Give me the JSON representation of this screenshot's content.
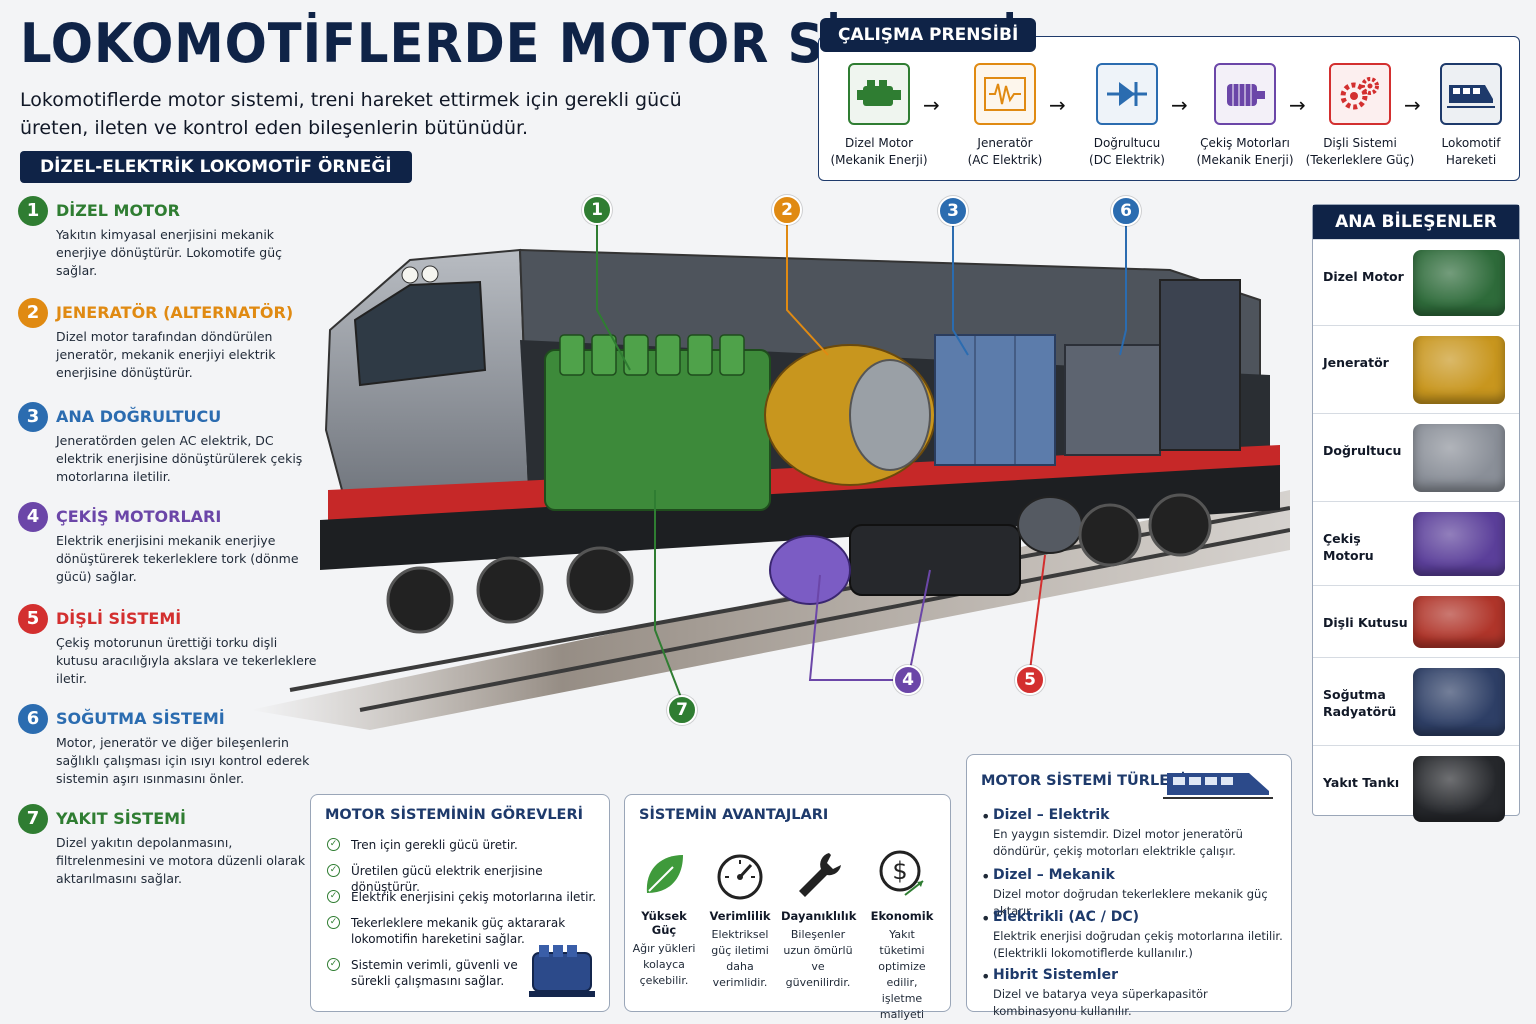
{
  "header": {
    "title": "LOKOMOTİFLERDE MOTOR SİSTEMİ",
    "subtitle": "Lokomotiflerde motor sistemi, treni hareket ettirmek için gerekli gücü üreten, ileten ve kontrol eden bileşenlerin bütünüdür.",
    "example_badge": "DİZEL-ELEKTRİK LOKOMOTİF ÖRNEĞİ"
  },
  "components": [
    {
      "num": "1",
      "title": "DİZEL MOTOR",
      "color": "#2f7d32",
      "desc": "Yakıtın kimyasal enerjisini mekanik enerjiye dönüştürür. Lokomotife güç sağlar."
    },
    {
      "num": "2",
      "title": "JENERATÖR (ALTERNATÖR)",
      "color": "#e08a12",
      "desc": "Dizel motor tarafından döndürülen jeneratör, mekanik enerjiyi elektrik enerjisine dönüştürür."
    },
    {
      "num": "3",
      "title": "ANA DOĞRULTUCU",
      "color": "#2b6cb0",
      "desc": "Jeneratörden gelen AC elektrik, DC elektrik enerjisine dönüştürülerek çekiş motorlarına iletilir."
    },
    {
      "num": "4",
      "title": "ÇEKİŞ MOTORLARI",
      "color": "#6b46a8",
      "desc": "Elektrik enerjisini mekanik enerjiye dönüştürerek tekerleklere tork (dönme gücü) sağlar."
    },
    {
      "num": "5",
      "title": "DİŞLİ SİSTEMİ",
      "color": "#d32f2f",
      "desc": "Çekiş motorunun ürettiği torku dişli kutusu aracılığıyla akslara ve tekerleklere iletir."
    },
    {
      "num": "6",
      "title": "SOĞUTMA SİSTEMİ",
      "color": "#2b6cb0",
      "desc": "Motor, jeneratör ve diğer bileşenlerin sağlıklı çalışması için ısıyı kontrol ederek sistemin aşırı ısınmasını önler."
    },
    {
      "num": "7",
      "title": "YAKIT SİSTEMİ",
      "color": "#2f7d32",
      "desc": "Dizel yakıtın depolanmasını, filtrelenmesini ve motora düzenli olarak aktarılmasını sağlar."
    }
  ],
  "flow": {
    "badge": "ÇALIŞMA PRENSİBİ",
    "steps": [
      {
        "label": "Dizel Motor\n(Mekanik Enerji)",
        "icon": "engine-icon",
        "color": "#2f7d32"
      },
      {
        "label": "Jeneratör\n(AC Elektrik)",
        "icon": "ac-wave-icon",
        "color": "#e08a12"
      },
      {
        "label": "Doğrultucu\n(DC Elektrik)",
        "icon": "diode-icon",
        "color": "#2b6cb0"
      },
      {
        "label": "Çekiş Motorları\n(Mekanik Enerji)",
        "icon": "motor-icon",
        "color": "#6b46a8"
      },
      {
        "label": "Dişli Sistemi\n(Tekerleklere Güç)",
        "icon": "gears-icon",
        "color": "#d32f2f"
      },
      {
        "label": "Lokomotif\nHareketi",
        "icon": "train-icon",
        "color": "#1e3a6b"
      }
    ]
  },
  "main_components": {
    "title": "ANA BİLEŞENLER",
    "items": [
      {
        "label": "Dizel Motor",
        "color": "#2e6b3a"
      },
      {
        "label": "Jeneratör",
        "color": "#c8961e"
      },
      {
        "label": "Doğrultucu",
        "color": "#8a8f98"
      },
      {
        "label": "Çekiş Motoru",
        "color": "#5b3f9a"
      },
      {
        "label": "Dişli Kutusu",
        "color": "#b0352a"
      },
      {
        "label": "Soğutma Radyatörü",
        "color": "#2e3f66"
      },
      {
        "label": "Yakıt Tankı",
        "color": "#26282c"
      }
    ]
  },
  "callouts": [
    "1",
    "2",
    "3",
    "6",
    "4",
    "5",
    "7"
  ],
  "tasks": {
    "title": "MOTOR SİSTEMİNİN GÖREVLERİ",
    "items": [
      "Tren için gerekli gücü üretir.",
      "Üretilen gücü elektrik enerjisine dönüştürür.",
      "Elektrik enerjisini çekiş motorlarına iletir.",
      "Tekerleklere mekanik güç aktararak lokomotifin hareketini sağlar.",
      "Sistemin verimli, güvenli ve sürekli çalışmasını sağlar."
    ]
  },
  "advantages": {
    "title": "SİSTEMİN AVANTAJLARI",
    "items": [
      {
        "title": "Yüksek Güç",
        "desc": "Ağır yükleri kolayca çekebilir.",
        "icon": "leaf-icon"
      },
      {
        "title": "Verimlilik",
        "desc": "Elektriksel güç iletimi daha verimlidir.",
        "icon": "gauge-icon"
      },
      {
        "title": "Dayanıklılık",
        "desc": "Bileşenler uzun ömürlü ve güvenilirdir.",
        "icon": "wrench-icon"
      },
      {
        "title": "Ekonomik",
        "desc": "Yakıt tüketimi optimize edilir, işletme maliyeti düşer.",
        "icon": "dollar-icon"
      }
    ]
  },
  "types": {
    "title": "MOTOR SİSTEMİ TÜRLERİ",
    "items": [
      {
        "title": "Dizel – Elektrik",
        "desc": "En yaygın sistemdir. Dizel motor jeneratörü döndürür, çekiş motorları elektrikle çalışır."
      },
      {
        "title": "Dizel – Mekanik",
        "desc": "Dizel motor doğrudan tekerleklere mekanik güç aktarır."
      },
      {
        "title": "Elektrikli (AC / DC)",
        "desc": "Elektrik enerjisi doğrudan çekiş motorlarına iletilir. (Elektrikli lokomotiflerde kullanılır.)"
      },
      {
        "title": "Hibrit Sistemler",
        "desc": "Dizel ve batarya veya süperkapasitör kombinasyonu kullanılır."
      }
    ]
  }
}
